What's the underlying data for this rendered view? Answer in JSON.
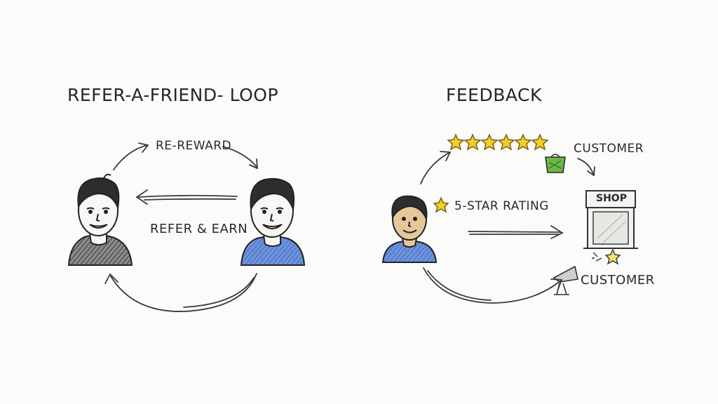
{
  "left": {
    "title": "REFER-A-FRIEND- LOOP",
    "top_label": "RE-REWARD",
    "middle_label": "REFER & EARN"
  },
  "right": {
    "title": "FEEDBACK",
    "rating_label": "5-STAR RATING",
    "customer_top": "CUSTOMER",
    "customer_bottom": "CUSTOMER",
    "shop_sign": "SHOP"
  },
  "colors": {
    "ink": "#2a2a2a",
    "star": "#f2cf22",
    "shirt_blue": "#5b86d6",
    "shirt_gray": "#666666",
    "skin": "#e6c79a",
    "bag_green": "#69b84a"
  }
}
